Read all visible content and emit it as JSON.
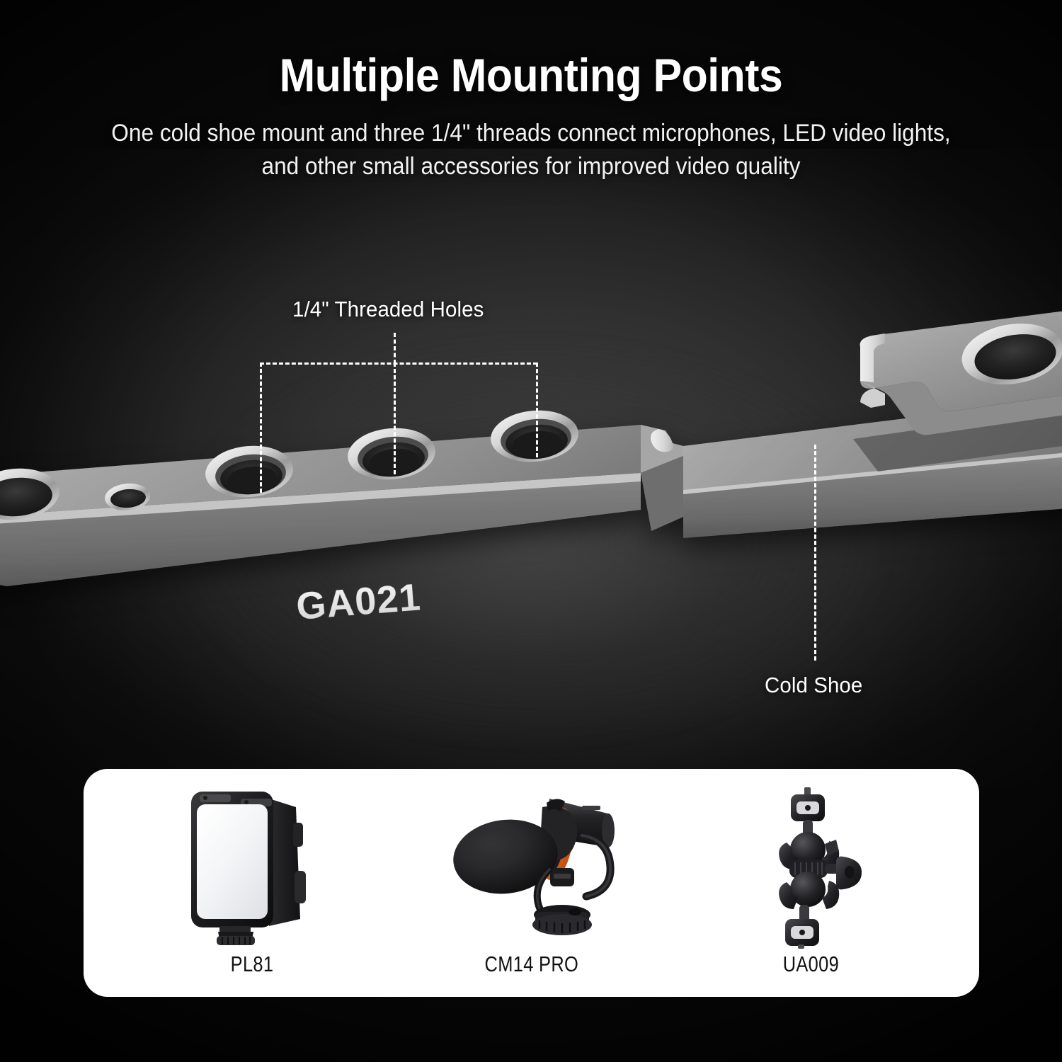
{
  "header": {
    "title": "Multiple Mounting Points",
    "subtitle_line1": "One cold shoe mount and three 1/4\" threads connect microphones, LED video lights,",
    "subtitle_line2": "and other small accessories for improved video quality"
  },
  "product": {
    "model_marking": "GA021",
    "callouts": [
      {
        "id": "threaded-holes",
        "label": "1/4\" Threaded Holes"
      },
      {
        "id": "cold-shoe",
        "label": "Cold Shoe"
      }
    ]
  },
  "accessories": {
    "items": [
      {
        "label": "PL81",
        "icon": "led-video-light-icon"
      },
      {
        "label": "CM14 PRO",
        "icon": "shotgun-microphone-icon"
      },
      {
        "label": "UA009",
        "icon": "magic-arm-ball-head-icon"
      }
    ]
  },
  "colors": {
    "background": "#0b0b0b",
    "background_glow": "#3e3e3e",
    "text_on_dark": "#ffffff",
    "card_background": "#ffffff",
    "card_text": "#111111",
    "leader_line": "#ffffff",
    "metal_light": "#d8d8d8",
    "metal_mid": "#8e8e8e",
    "metal_dark": "#5d5d5d",
    "accent_orange": "#e8631a"
  }
}
